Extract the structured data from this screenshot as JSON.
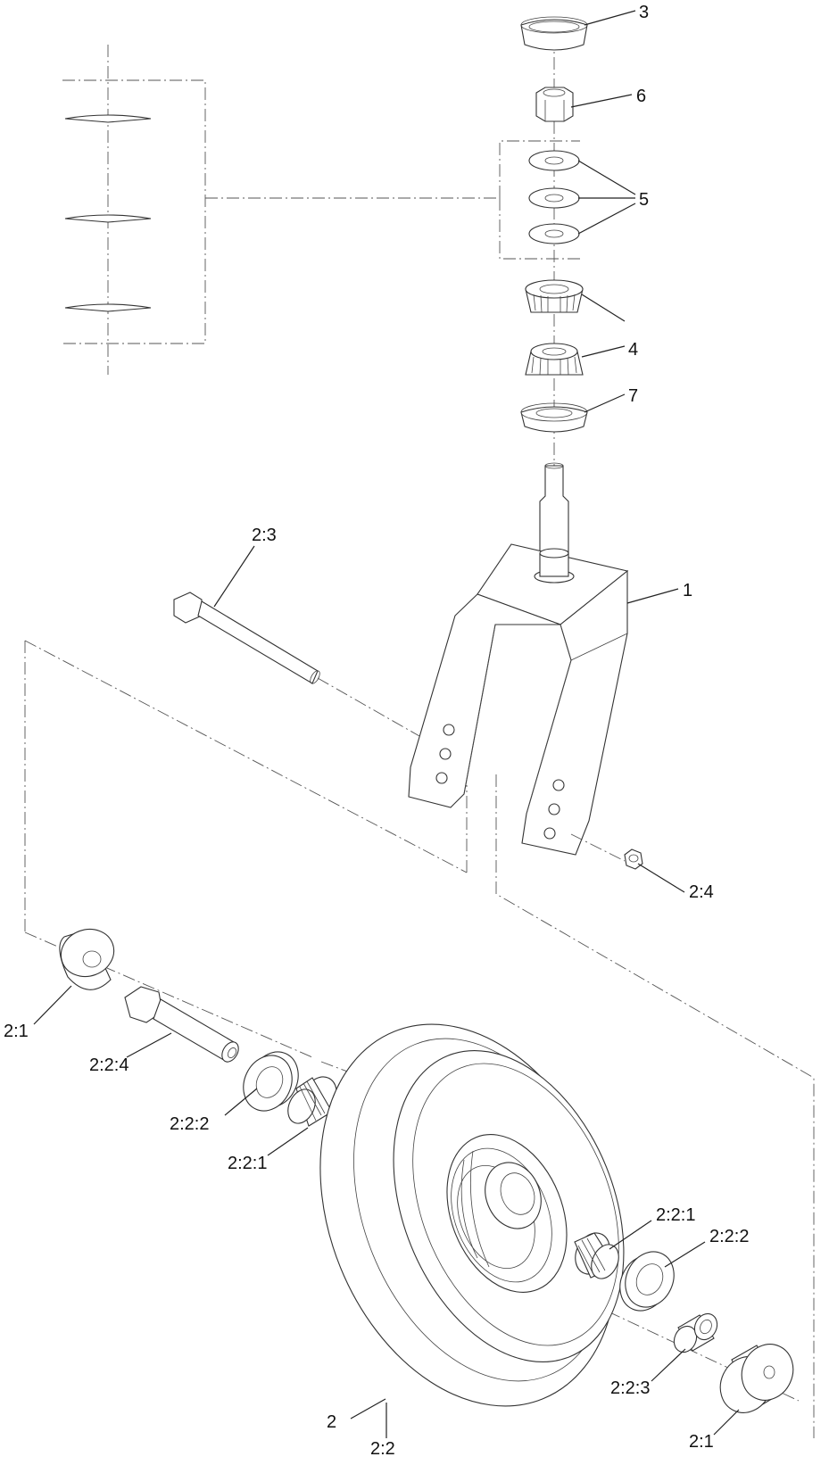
{
  "callouts": {
    "c3": "3",
    "c6": "6",
    "c5": "5",
    "c4": "4",
    "c7": "7",
    "c1": "1",
    "c2_3": "2:3",
    "c2_4": "2:4",
    "c2_1_left": "2:1",
    "c2_2_4": "2:2:4",
    "c2_2_2_left": "2:2:2",
    "c2_2_1_left": "2:2:1",
    "c2_2_1_right": "2:2:1",
    "c2_2_2_right": "2:2:2",
    "c2": "2",
    "c2_2": "2:2",
    "c2_2_3": "2:2:3",
    "c2_1_right": "2:1"
  }
}
